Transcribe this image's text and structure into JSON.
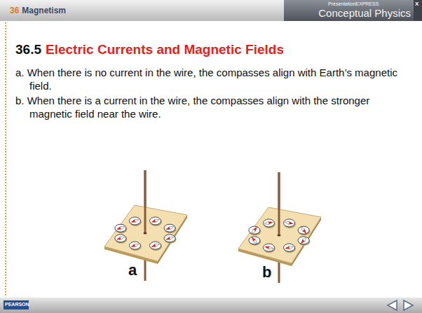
{
  "diagram": {
    "title": "Electric Currents and Magnetic Fields",
    "labels": [
      "36",
      "Magnetism",
      "PresentationEXPRESS",
      "Conceptual Physics",
      "X",
      "36.5",
      "a. When there is no current in the wire, the compasses align with Earth’s magnetic field.",
      "b. When there is a current in the wire, the compasses align with the stronger magnetic field near the wire.",
      "a",
      "b",
      "PEARSON"
    ]
  }
}
